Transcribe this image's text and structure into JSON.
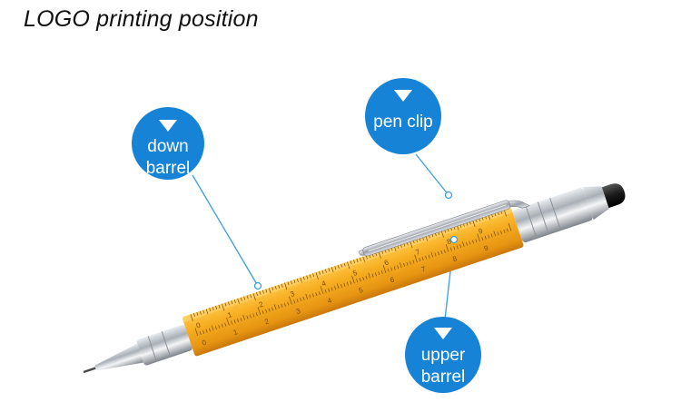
{
  "title": "LOGO printing position",
  "callouts": {
    "down_barrel": {
      "line1": "down",
      "line2": "barrel"
    },
    "pen_clip": {
      "line1": "pen clip"
    },
    "upper_barrel": {
      "line1": "upper",
      "line2": "barrel"
    }
  },
  "ruler": {
    "labels": [
      "0",
      "1",
      "2",
      "3",
      "4",
      "5",
      "6",
      "7",
      "8",
      "9"
    ]
  },
  "colors": {
    "barrel": "#f3a61c",
    "badge": "#1683d7",
    "leader_line": "#3a9ee6",
    "chrome": "#b9bec4"
  }
}
